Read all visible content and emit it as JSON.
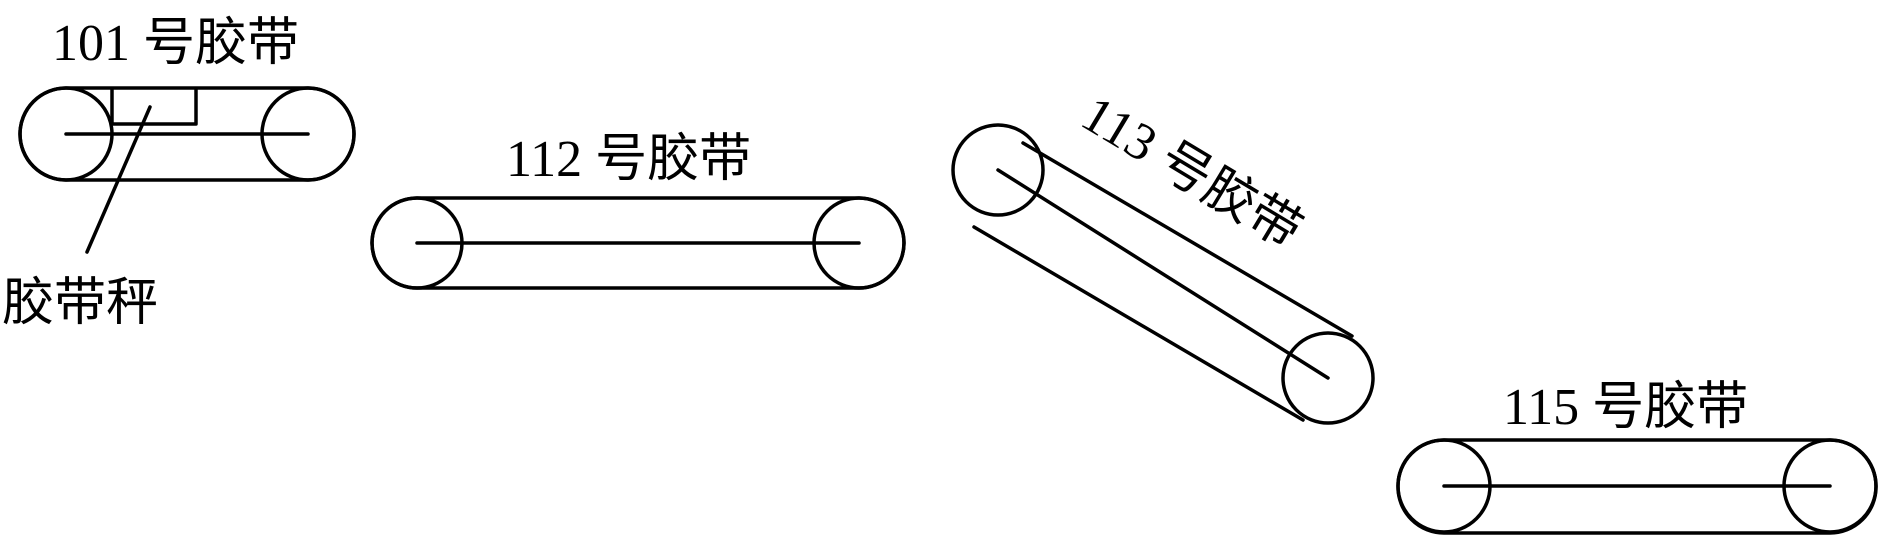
{
  "labels": {
    "belt_101": "101 号胶带",
    "belt_112": "112 号胶带",
    "belt_113": "113 号胶带",
    "belt_115": "115 号胶带",
    "belt_scale": "胶带秤"
  }
}
